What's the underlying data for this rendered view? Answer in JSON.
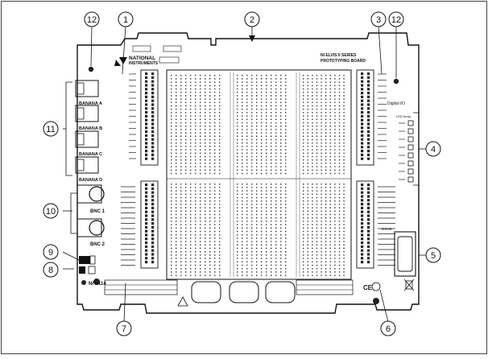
{
  "board": {
    "brand_line1": "NATIONAL",
    "brand_line2": "INSTRUMENTS",
    "series_line1": "NI ELVIS II SERIES",
    "series_line2": "PROTOTYPING BOARD",
    "part_label": "NI N114",
    "connector_bnc1": "BNC 1",
    "connector_bnc2": "BNC 2",
    "digital_io_label": "Digital I/O",
    "led_array_label": "LED Array",
    "dsub_label": "DSUB",
    "banana_labels": [
      "BANANA A",
      "BANANA B",
      "BANANA C",
      "BANANA D"
    ]
  },
  "callouts": [
    "1",
    "2",
    "3",
    "4",
    "5",
    "6",
    "7",
    "8",
    "9",
    "10",
    "11",
    "12",
    "12"
  ],
  "colors": {
    "line": "#1a1a1a",
    "board_fill": "#ffffff",
    "dot": "#222222"
  }
}
